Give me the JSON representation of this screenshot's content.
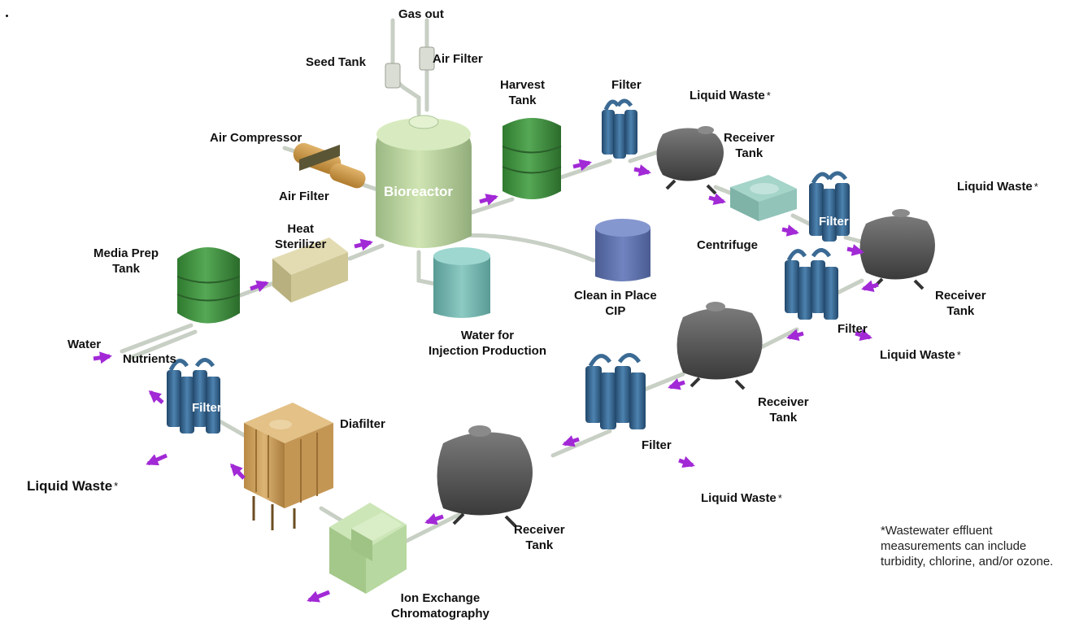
{
  "colors": {
    "arrow": "#a229d6",
    "pipe": "#c8cfc4",
    "tank_gray": "#5e5e5e",
    "filter_blue": "#3b6b94",
    "green_tank": "#3f8f3f",
    "bioreactor": "#b8d39b",
    "diafilter": "#c9a15e",
    "chromatography": "#b7d8a0",
    "cip": "#5b6fa8",
    "wfi": "#73b3ad"
  },
  "labels": {
    "gas_out": "Gas out",
    "seed_tank": "Seed Tank",
    "air_filter_top": "Air Filter",
    "air_compressor": "Air Compressor",
    "air_filter_left": "Air Filter",
    "bioreactor": "Bioreactor",
    "harvest_tank": "Harvest\nTank",
    "filter_1": "Filter",
    "liquid_waste_1": "Liquid Waste",
    "receiver_tank_1": "Receiver\nTank",
    "centrifuge": "Centrifuge",
    "filter_2": "Filter",
    "liquid_waste_2": "Liquid Waste",
    "receiver_tank_2": "Receiver\nTank",
    "filter_3": "Filter",
    "liquid_waste_3": "Liquid Waste",
    "media_prep_tank": "Media Prep\nTank",
    "heat_sterilizer": "Heat\nSterilizer",
    "water": "Water",
    "nutrients": "Nutrients",
    "water_for_injection": "Water for\nInjection Production",
    "clean_in_place": "Clean in Place\nCIP",
    "receiver_tank_3": "Receiver\nTank",
    "filter_4": "Filter",
    "liquid_waste_4": "Liquid Waste",
    "filter_5": "Filter",
    "diafilter": "Diafilter",
    "liquid_waste_5": "Liquid Waste",
    "receiver_tank_4": "Receiver\nTank",
    "ion_exchange": "Ion Exchange\nChromatography",
    "asterisk": "*"
  },
  "footnote": "*Wastewater effluent measurements can include turbidity, chlorine, and/or ozone."
}
